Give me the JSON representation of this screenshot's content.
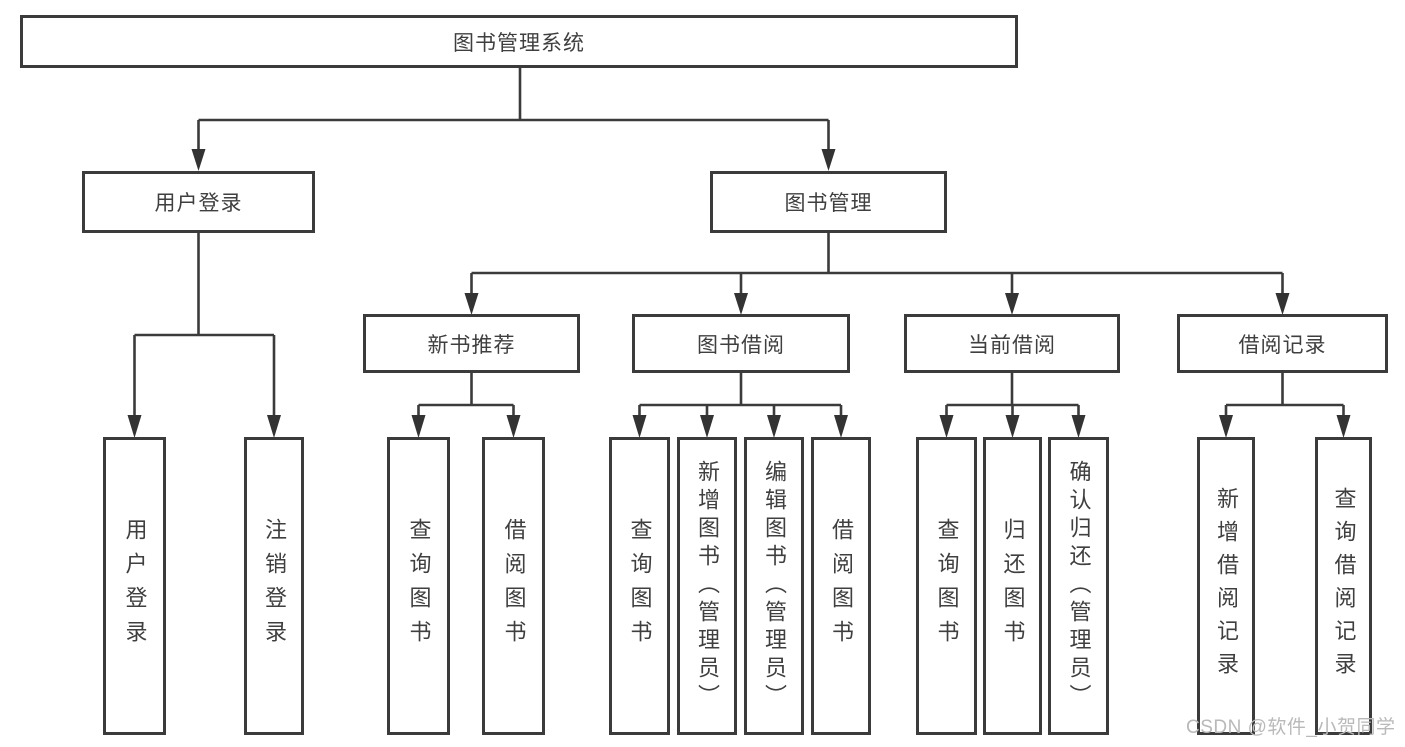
{
  "diagram": {
    "root": {
      "label": "图书管理系统"
    },
    "level2": [
      {
        "id": "user-login",
        "label": "用户登录"
      },
      {
        "id": "book-management",
        "label": "图书管理"
      }
    ],
    "level3": [
      {
        "id": "new-book-recommend",
        "label": "新书推荐"
      },
      {
        "id": "book-borrowing",
        "label": "图书借阅"
      },
      {
        "id": "current-borrowing",
        "label": "当前借阅"
      },
      {
        "id": "borrowing-records",
        "label": "借阅记录"
      }
    ],
    "leaves": [
      {
        "id": "user-login-leaf",
        "parent": "user-login",
        "label": "用户登录"
      },
      {
        "id": "logout",
        "parent": "user-login",
        "label": "注销登录"
      },
      {
        "id": "query-books-recommend",
        "parent": "new-book-recommend",
        "label": "查询图书"
      },
      {
        "id": "borrow-books-recommend",
        "parent": "new-book-recommend",
        "label": "借阅图书"
      },
      {
        "id": "query-books-borrowing",
        "parent": "book-borrowing",
        "label": "查询图书"
      },
      {
        "id": "add-book-admin",
        "parent": "book-borrowing",
        "label": "新增图书（管理员）"
      },
      {
        "id": "edit-book-admin",
        "parent": "book-borrowing",
        "label": "编辑图书（管理员）"
      },
      {
        "id": "borrow-books-borrowing",
        "parent": "book-borrowing",
        "label": "借阅图书"
      },
      {
        "id": "query-books-current",
        "parent": "current-borrowing",
        "label": "查询图书"
      },
      {
        "id": "return-book",
        "parent": "current-borrowing",
        "label": "归还图书"
      },
      {
        "id": "confirm-return-admin",
        "parent": "current-borrowing",
        "label": "确认归还（管理员）"
      },
      {
        "id": "add-borrow-record",
        "parent": "borrowing-records",
        "label": "新增借阅记录"
      },
      {
        "id": "query-borrow-record",
        "parent": "borrowing-records",
        "label": "查询借阅记录"
      }
    ]
  },
  "watermark": {
    "text": "CSDN @软件_小贺同学"
  },
  "colors": {
    "line": "#3b3b3b",
    "text": "#3f3f3f",
    "box_background": "#ffffff",
    "page_background": "#ffffff",
    "watermark": "#b9b9b9"
  }
}
